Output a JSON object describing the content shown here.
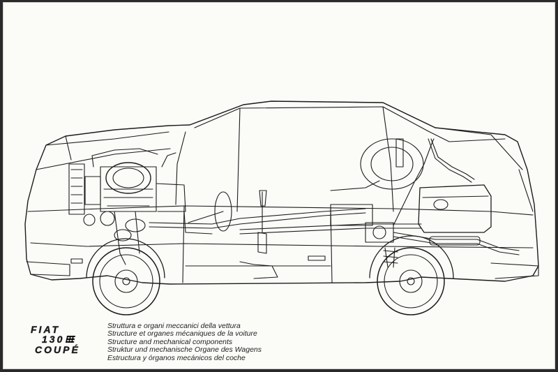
{
  "logo": {
    "line1": "FIAT",
    "line2": "130",
    "line3": "COUPÉ"
  },
  "captions": [
    "Struttura e organi meccanici della vettura",
    "Structure et organes mécaniques de la voiture",
    "Structure and mechanical components",
    "Struktur und mechanische Organe des Wagens",
    "Estructura y órganos mecánicos del coche"
  ],
  "colors": {
    "paper": "#fbfbf8",
    "ink": "#1c1c1c",
    "border": "#2a2a2a"
  }
}
